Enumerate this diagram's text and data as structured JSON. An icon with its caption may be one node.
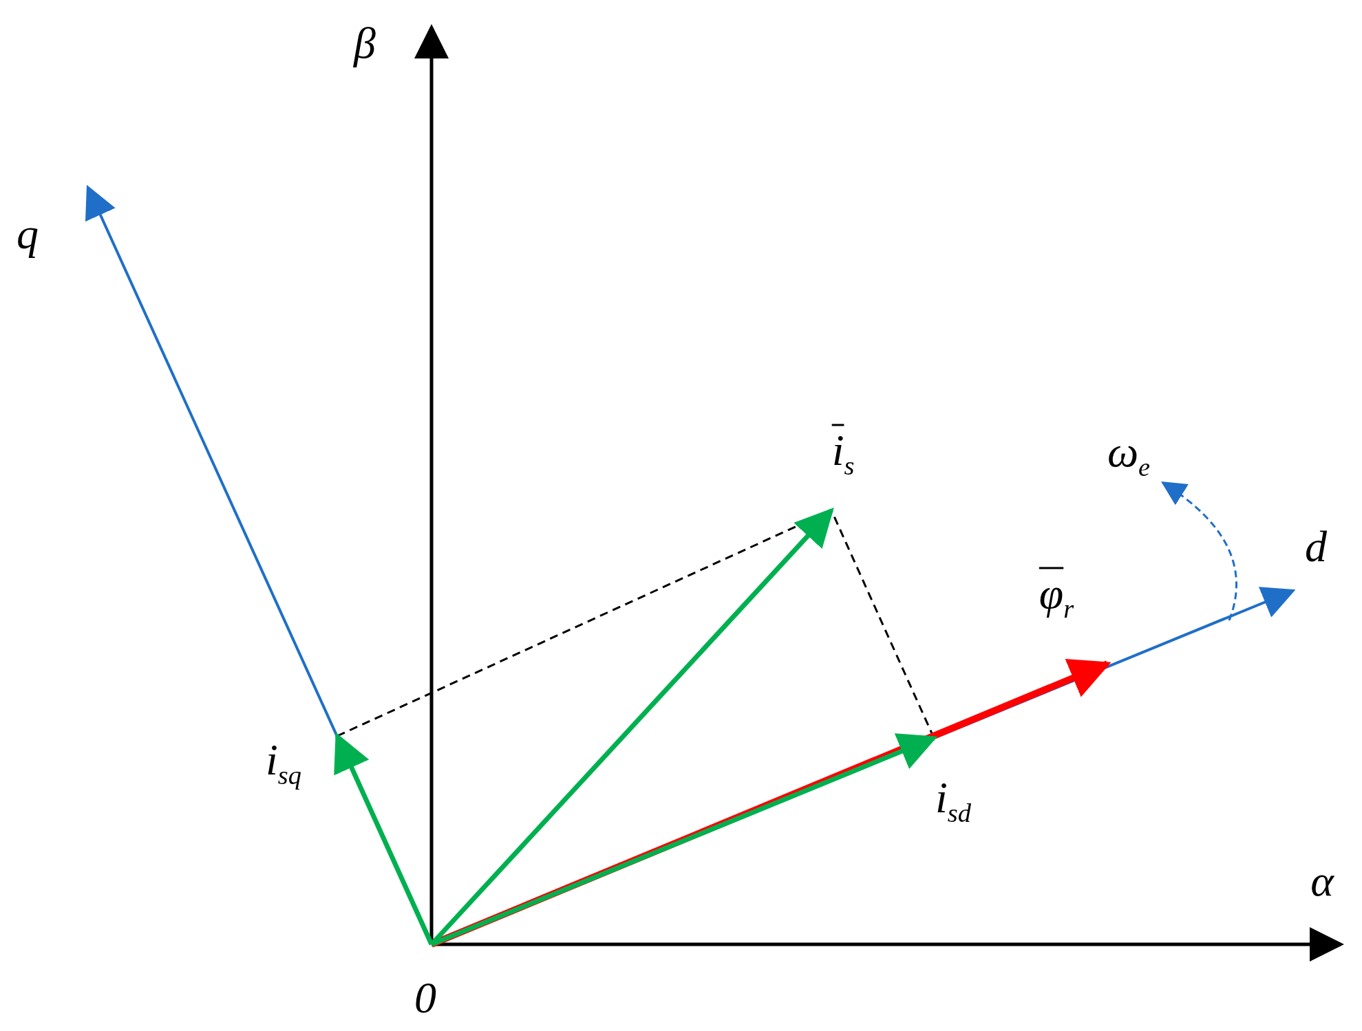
{
  "diagram": {
    "labels": [
      "β",
      "q",
      "i$_{s}$",
      "ω$_{e}$",
      "d",
      "φ$_{r}$",
      "i$_{sq}$",
      "i$_{sd}$",
      "α",
      "0"
    ]
  }
}
